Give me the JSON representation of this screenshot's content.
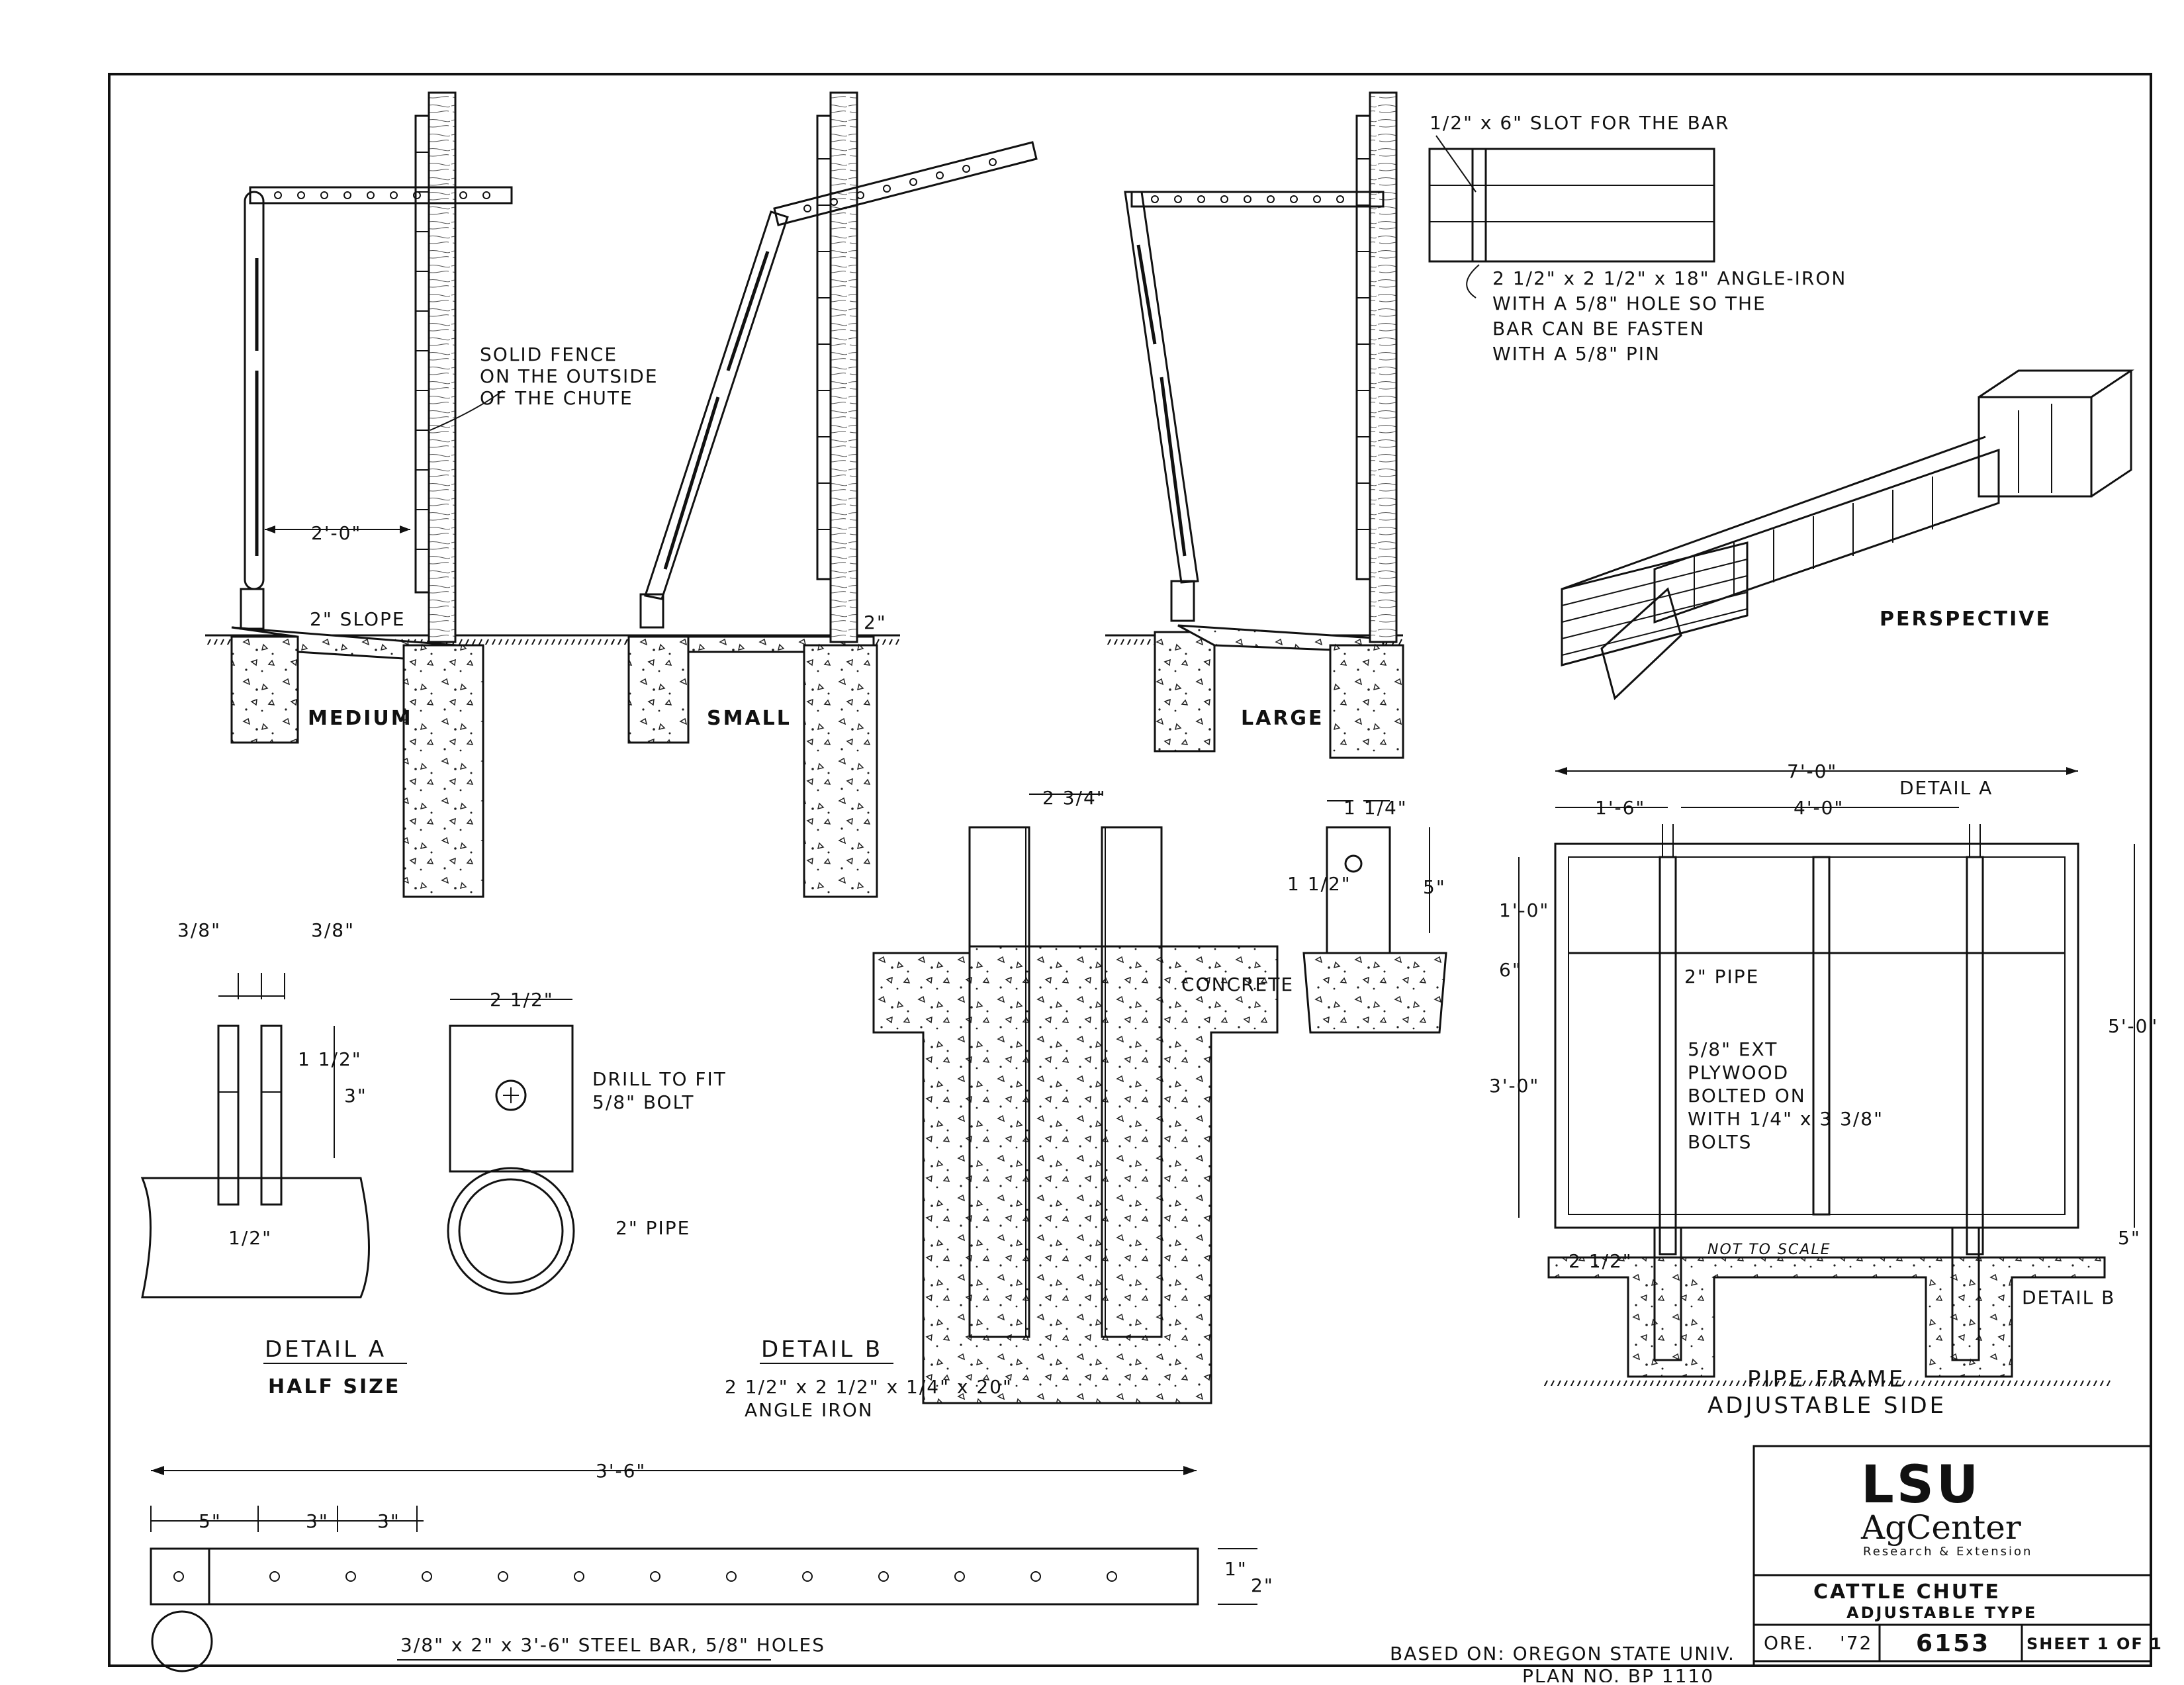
{
  "views": {
    "medium": "MEDIUM",
    "small": "SMALL",
    "large": "LARGE",
    "perspective": "PERSPECTIVE"
  },
  "notes": {
    "solid_fence": [
      "SOLID FENCE",
      "ON THE OUTSIDE",
      "OF THE CHUTE"
    ],
    "width": "2'-0\"",
    "slope": "2\" SLOPE",
    "small_drop": "2\"",
    "slot": "1/2\" x 6\" SLOT FOR THE BAR",
    "angle_iron": [
      "2 1/2\" x 2 1/2\" x 18\" ANGLE-IRON",
      "WITH A 5/8\" HOLE SO THE",
      "BAR CAN BE FASTEN",
      "WITH A 5/8\" PIN"
    ]
  },
  "detail_a": {
    "title": "DETAIL A",
    "subtitle": "HALF SIZE",
    "dim_left": "3/8\"",
    "dim_right": "3/8\"",
    "dim_gap": "1/2\"",
    "dim_height": "3\"",
    "dim_hole": "1 1/2\"",
    "dim_width": "2 1/2\"",
    "drill": [
      "DRILL TO FIT",
      "5/8\" BOLT"
    ],
    "pipe": "2\" PIPE"
  },
  "detail_b": {
    "title": "DETAIL B",
    "spec": "2 1/2\" x 2 1/2\" x 1/4\" x 20\"",
    "spec2": "ANGLE IRON",
    "dim_gap": "2 3/4\"",
    "dim_flange": "1 1/4\"",
    "dim_hole": "1 1/2\"",
    "dim_height": "5\"",
    "concrete": "CONCRETE"
  },
  "pipe_frame": {
    "title": "PIPE FRAME",
    "subtitle": "ADJUSTABLE SIDE",
    "dim_total": "7'-0\"",
    "dim_left": "1'-6\"",
    "dim_mid": "4'-0\"",
    "detail_a": "DETAIL A",
    "detail_b": "DETAIL B",
    "dim_h_total": "5'-0\"",
    "dim_top": "1'-0\"",
    "dim_gap": "6\"",
    "dim_low": "3'-0\"",
    "dim_base": "5\"",
    "dim_curb": "2 1/2\"",
    "pipe": "2\" PIPE",
    "plywood": [
      "5/8\" EXT",
      "PLYWOOD",
      "BOLTED ON",
      "WITH 1/4\" x 3 3/8\"",
      "BOLTS"
    ],
    "not_to_scale": "NOT TO SCALE"
  },
  "bar": {
    "dim_total": "3'-6\"",
    "dim_a": "5\"",
    "dim_b": "3\"",
    "dim_c": "3\"",
    "dim_h1": "1\"",
    "dim_h2": "2\"",
    "caption": "3/8\" x 2\" x 3'-6\" STEEL BAR, 5/8\" HOLES"
  },
  "based_on": [
    "BASED ON: OREGON STATE UNIV.",
    "PLAN NO. BP 1110"
  ],
  "title_block": {
    "logo_main": "LSU",
    "logo_sub": "AgCenter",
    "logo_tag": "Research & Extension",
    "title": "CATTLE CHUTE",
    "subtitle": "ADJUSTABLE TYPE",
    "origin": "ORE.",
    "year": "'72",
    "number": "6153",
    "sheet": "SHEET 1 OF 1"
  }
}
